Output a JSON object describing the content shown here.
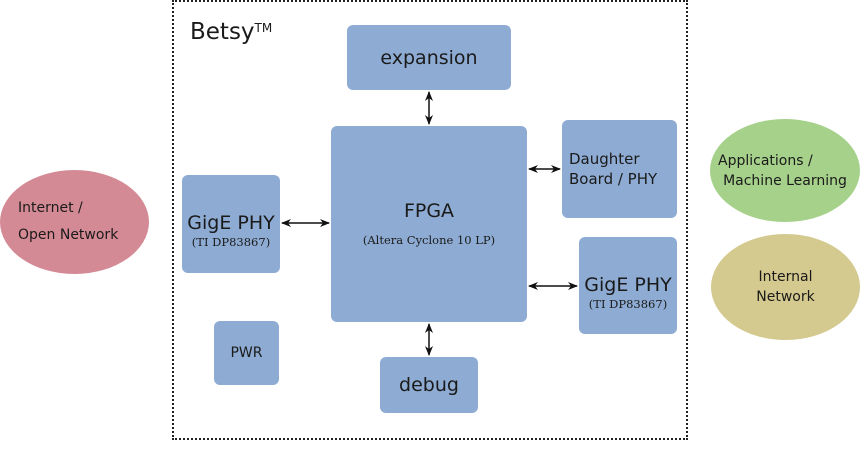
{
  "diagram": {
    "title": "Betsy",
    "title_mark": "TM",
    "blocks": {
      "expansion": {
        "label": "expansion"
      },
      "fpga": {
        "label": "FPGA",
        "sublabel": "(Altera Cyclone 10 LP)"
      },
      "gige_left": {
        "label": "GigE PHY",
        "sublabel": "(TI DP83867)"
      },
      "daughter": {
        "label_line1": "Daughter",
        "label_line2": "Board / PHY"
      },
      "gige_right": {
        "label": "GigE PHY",
        "sublabel": "(TI DP83867)"
      },
      "pwr": {
        "label": "PWR"
      },
      "debug": {
        "label": "debug"
      }
    },
    "externals": {
      "internet": {
        "line1": "Internet /",
        "line2": "Open Network",
        "color": "#d48a95"
      },
      "applications": {
        "line1": "Applications /",
        "line2": "Machine Learning",
        "color": "#a6d18a"
      },
      "internal": {
        "line1": "Internal",
        "line2": "Network",
        "color": "#d4c98e"
      }
    },
    "colors": {
      "block": "#8eacd3"
    },
    "connections": [
      {
        "from": "fpga",
        "to": "expansion",
        "type": "bidirectional"
      },
      {
        "from": "fpga",
        "to": "gige_left",
        "type": "bidirectional"
      },
      {
        "from": "fpga",
        "to": "daughter",
        "type": "bidirectional"
      },
      {
        "from": "fpga",
        "to": "gige_right",
        "type": "bidirectional"
      },
      {
        "from": "fpga",
        "to": "debug",
        "type": "bidirectional"
      }
    ]
  }
}
